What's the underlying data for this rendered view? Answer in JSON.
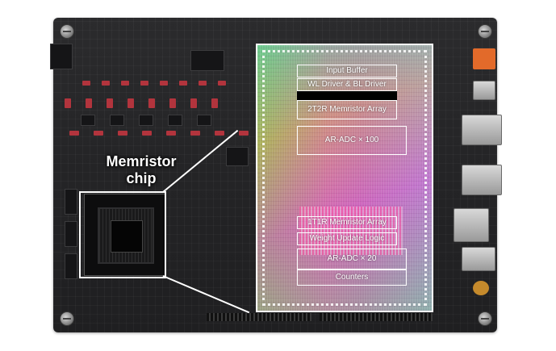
{
  "figure": {
    "callout_label": "Memristor\nchip",
    "die_blocks": {
      "input_buffer": "Input Buffer",
      "wl_bl_driver": "WL Driver & BL Driver",
      "array_2t2r": "2T2R Memristor Array",
      "adc_100": "AR-ADC × 100",
      "array_1t1r": "1T1R Memristor Array",
      "weight_update": "Weight Update Logic",
      "adc_20": "AR-ADC × 20",
      "counters": "Counters"
    }
  }
}
